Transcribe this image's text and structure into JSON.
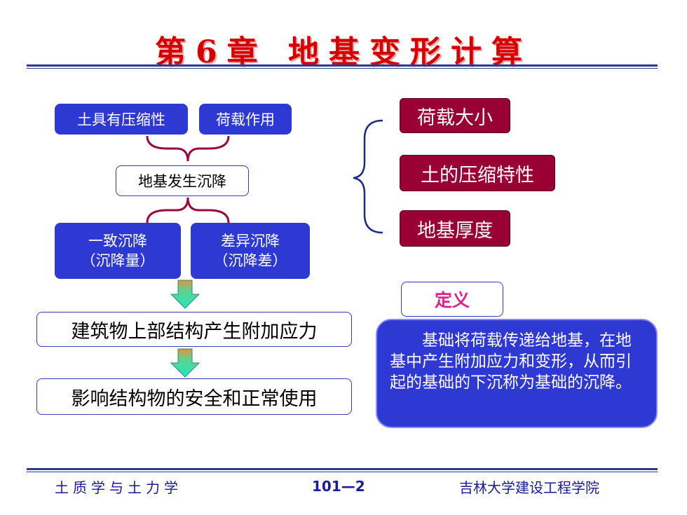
{
  "header": {
    "title": "第6章 地基变形计算"
  },
  "flow": {
    "cause1": "土具有压缩性",
    "cause2": "荷载作用",
    "result": "地基发生沉降",
    "uniform_line1": "一致沉降",
    "uniform_line2": "（沉降量）",
    "diff_line1": "差异沉降",
    "diff_line2": "（沉降差）",
    "stress": "建筑物上部结构产生附加应力",
    "impact": "影响结构物的安全和正常使用"
  },
  "factors": [
    "荷载大小",
    "土的压缩特性",
    "地基厚度"
  ],
  "definition": {
    "label": "定义",
    "text": "基础将荷载传递给地基，在地基中产生附加应力和变形，从而引起的基础的下沉称为基础的沉降。"
  },
  "footer": {
    "course": "土质学与土力学",
    "page": "101—2",
    "school": "吉林大学建设工程学院"
  },
  "colors": {
    "blue_box": "#2e38d3",
    "maroon_box": "#990033",
    "title_red": "#d50000",
    "definition_label": "#e0218a",
    "rule": "#2b3a8c"
  }
}
